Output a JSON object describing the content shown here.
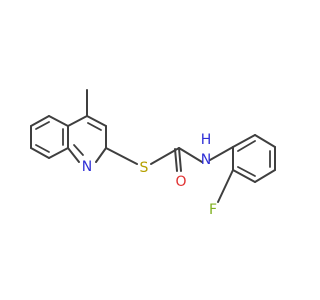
{
  "molecule": {
    "atoms": {
      "n_quinoline": "N",
      "s_thioether": "S",
      "o_carbonyl": "O",
      "n_amide": "N",
      "h_amide": "H",
      "f_fluoro": "F"
    },
    "colors": {
      "bond": "#3f3f3f",
      "nitrogen": "#2f2fd6",
      "sulfur": "#b5a000",
      "oxygen": "#e03030",
      "fluorine": "#7fb020",
      "hydrogen": "#2f2fd6"
    }
  }
}
